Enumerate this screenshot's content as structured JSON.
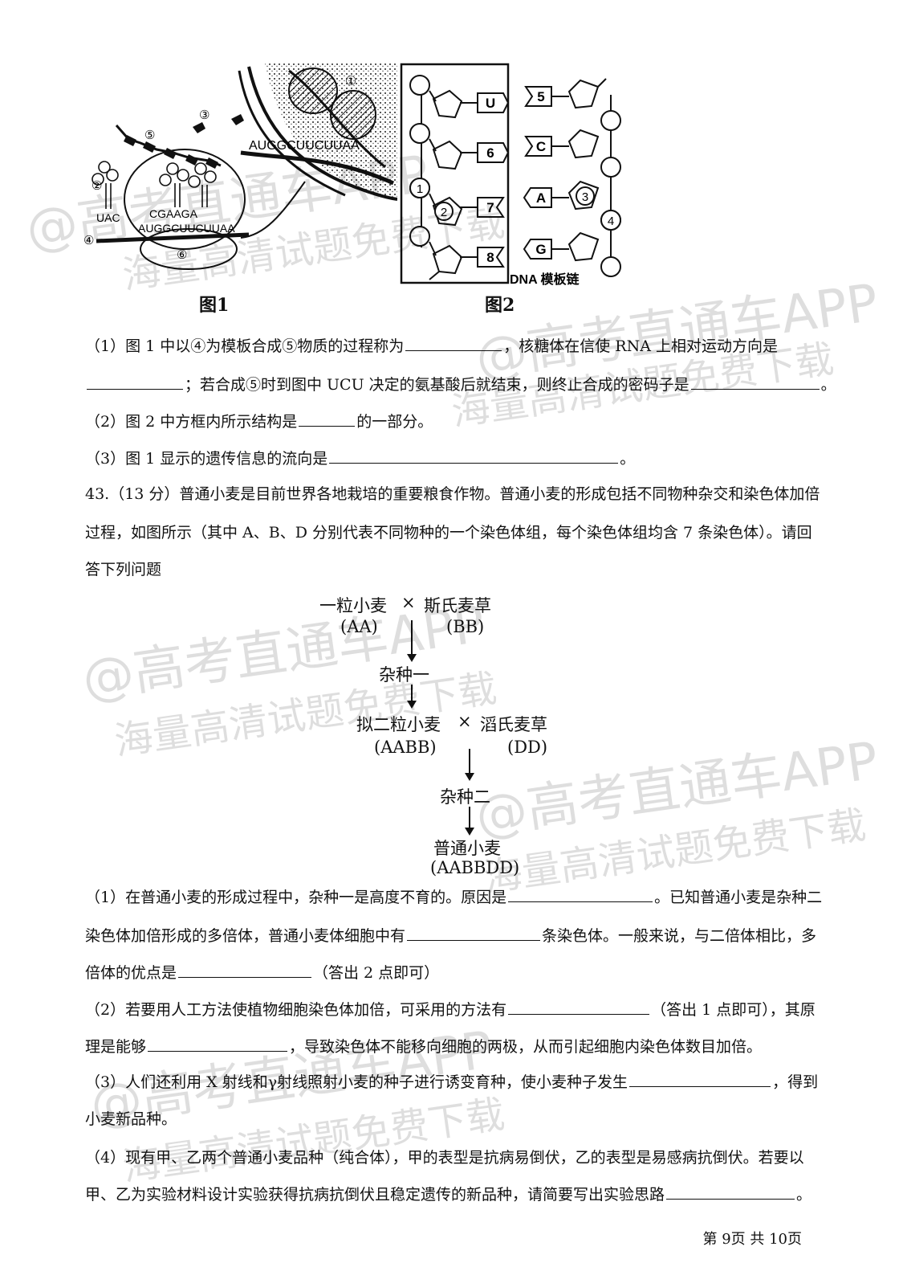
{
  "figure1": {
    "caption": "图1",
    "labels": {
      "n1": "①",
      "n2": "②",
      "n3": "③",
      "n4": "④",
      "n5": "⑤",
      "n6": "⑥",
      "seq_top": "AUGGCUUCUUAA",
      "seq_bottom": "AUGGCUUCUUAA",
      "anticodon1": "UAC",
      "anticodon2": "CGAAGA"
    }
  },
  "figure2": {
    "caption": "图2",
    "template_label": "DNA 模板链",
    "left_bases": [
      "U",
      "6",
      "7",
      "8"
    ],
    "left_numbers": [
      "1",
      "2"
    ],
    "right_bases": [
      "5",
      "C",
      "A",
      "G"
    ],
    "right_numbers": [
      "3",
      "4"
    ]
  },
  "q42": {
    "p1_a": "（1）图 1 中以④为模板合成⑤物质的过程称为",
    "p1_b": "，核糖体在信使 RNA 上相对运动方向是",
    "p1_c": "；若合成⑤时到图中 UCU 决定的氨基酸后就结束，则终止合成的密码子是",
    "p1_d": "。",
    "p2_a": "（2）图 2 中方框内所示结构是",
    "p2_b": "的一部分。",
    "p3_a": "（3）图 1 显示的遗传信息的流向是",
    "p3_b": "。"
  },
  "q43": {
    "intro_1": "43.（13 分）普通小麦是目前世界各地栽培的重要粮食作物。普通小麦的形成包括不同物种杂交和染色体加倍",
    "intro_2": "过程，如图所示（其中 A、B、D 分别代表不同物种的一个染色体组，每个染色体组均含 7 条染色体）。请回",
    "intro_3": "答下列问题",
    "flow": {
      "p1_left": "一粒小麦",
      "cross1": "×",
      "p1_right": "斯氏麦草",
      "g1_left": "(AA)",
      "g1_right": "(BB)",
      "h1": "杂种一",
      "p2_left": "拟二粒小麦",
      "cross2": "×",
      "p2_right": "滔氏麦草",
      "g2_left": "(AABB)",
      "g2_right": "(DD)",
      "h2": "杂种二",
      "final": "普通小麦",
      "final_g": "(AABBDD)"
    },
    "s1_a": "（1）在普通小麦的形成过程中，杂种一是高度不育的。原因是",
    "s1_b": "。已知普通小麦是杂种二",
    "s1_c": "染色体加倍形成的多倍体，普通小麦体细胞中有",
    "s1_d": "条染色体。一般来说，与二倍体相比，多",
    "s1_e": "倍体的优点是",
    "s1_f": "（答出 2 点即可）",
    "s2_a": "（2）若要用人工方法使植物细胞染色体加倍，可采用的方法有",
    "s2_b": "（答出 1 点即可），其原",
    "s2_c": "理是能够",
    "s2_d": "，导致染色体不能移向细胞的两极，从而引起细胞内染色体数目加倍。",
    "s3_a": "（3）人们还利用 X 射线和γ射线照射小麦的种子进行诱变育种，使小麦种子发生",
    "s3_b": "，得到",
    "s3_c": "小麦新品种。",
    "s4_a": "（4）现有甲、乙两个普通小麦品种（纯合体），甲的表型是抗病易倒伏，乙的表型是易感病抗倒伏。若要以",
    "s4_b": "甲、乙为实验材料设计实验获得抗病抗倒伏且稳定遗传的新品种，请简要写出实验思路",
    "s4_c": "。"
  },
  "watermark": {
    "line1": "@高考直通车APP",
    "line2": "海量高清试题免费下载"
  },
  "footer": "第 9页  共 10页"
}
